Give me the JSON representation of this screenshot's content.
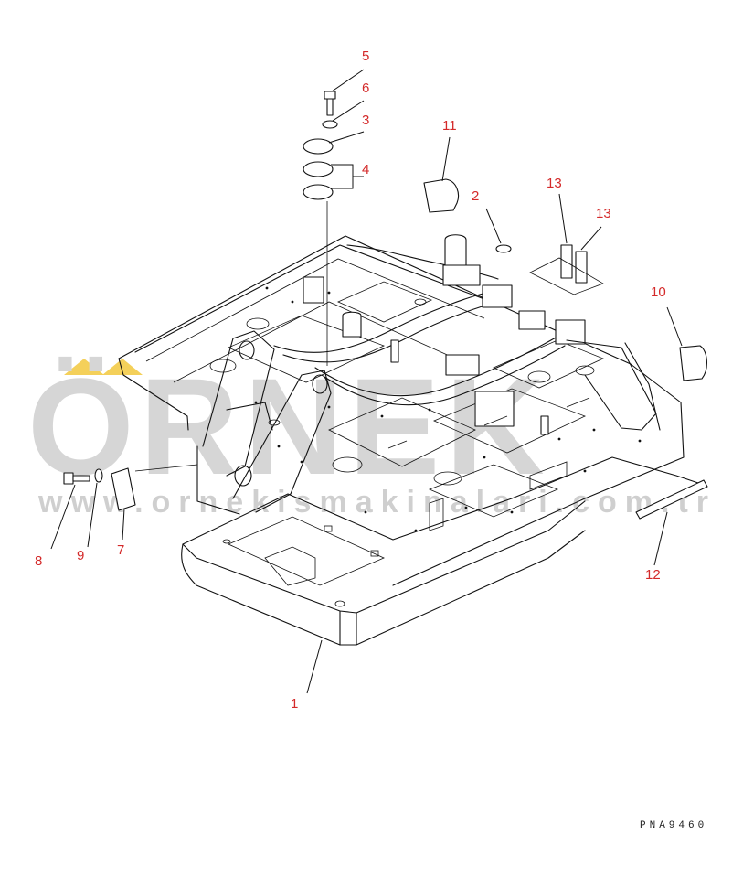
{
  "watermark": {
    "brand": "ÖRNEK",
    "url": "www.ornekismakinalari.com.tr",
    "accent_color": "#f4d05a",
    "text_color": "#d6d6d6"
  },
  "drawing_code": "PNA9460",
  "callout_color": "#d42a2a",
  "callouts": [
    {
      "id": "1",
      "label": "1"
    },
    {
      "id": "2",
      "label": "2"
    },
    {
      "id": "3",
      "label": "3"
    },
    {
      "id": "4",
      "label": "4"
    },
    {
      "id": "5",
      "label": "5"
    },
    {
      "id": "6",
      "label": "6"
    },
    {
      "id": "7",
      "label": "7"
    },
    {
      "id": "8",
      "label": "8"
    },
    {
      "id": "9",
      "label": "9"
    },
    {
      "id": "10",
      "label": "10"
    },
    {
      "id": "11",
      "label": "11"
    },
    {
      "id": "12",
      "label": "12"
    },
    {
      "id": "13a",
      "label": "13"
    },
    {
      "id": "13b",
      "label": "13"
    }
  ]
}
